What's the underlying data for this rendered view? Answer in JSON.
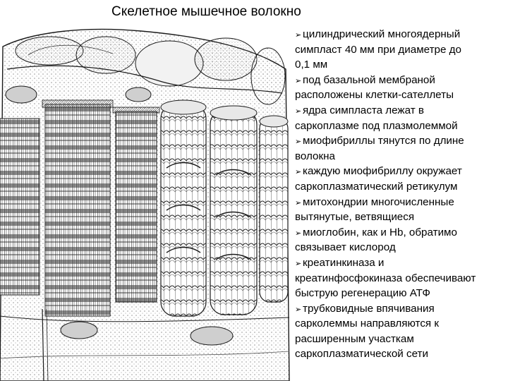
{
  "title": "Скелетное мышечное волокно",
  "bullet_glyph": "arrowhead-bullet-icon",
  "items": [
    {
      "lines": [
        "цилиндрический многоядерный",
        "симпласт 40 мм при диаметре до",
        "0,1 мм"
      ]
    },
    {
      "lines": [
        "под базальной мембраной",
        "расположены клетки-сателлеты"
      ]
    },
    {
      "lines": [
        "ядра симпласта лежат в",
        "саркоплазме под плазмолеммой"
      ]
    },
    {
      "lines": [
        "миофибриллы тянутся по длине",
        "волокна"
      ]
    },
    {
      "lines": [
        "каждую миофибриллу окружает",
        "саркоплазматический ретикулум"
      ]
    },
    {
      "lines": [
        "митохондрии многочисленные",
        "вытянутые, ветвящиеся"
      ]
    },
    {
      "lines": [
        "миоглобин,  как  и  Hb,  обратимо",
        "связывает кислород"
      ]
    },
    {
      "lines": [
        "креатинкиназа и",
        "креатинфосфокиназа обеспечивают",
        "быструю регенерацию АТФ"
      ]
    },
    {
      "lines": [
        "трубковидные впячивания",
        "сарколеммы направляются к",
        "расширенным участкам",
        "саркоплазматической сети"
      ]
    }
  ],
  "illustration": {
    "subject": "skeletal-muscle-fiber-drawing",
    "ink_color": "#1a1a1a",
    "paper_color": "#ffffff",
    "shade_color": "#8c8c8c"
  }
}
